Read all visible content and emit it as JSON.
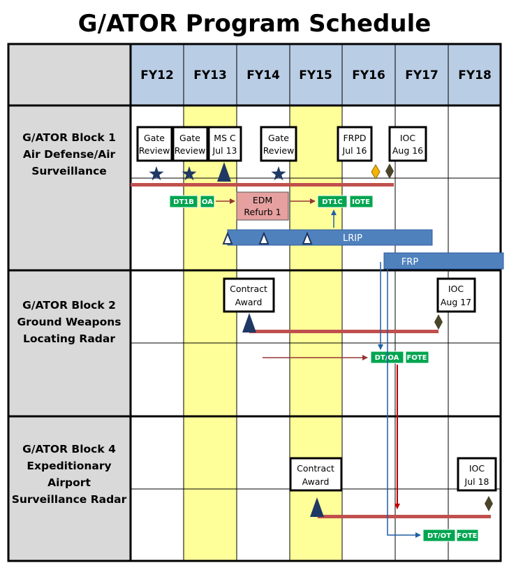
{
  "title": "G/ATOR Program Schedule",
  "fiscal_years": [
    "FY12",
    "FY13",
    "FY14",
    "FY15",
    "FY16",
    "FY17",
    "FY18"
  ],
  "rows": [
    {
      "label": [
        "G/ATOR Block  1",
        "Air Defense/Air",
        "Surveillance"
      ]
    },
    {
      "label": [
        "G/ATOR Block  2",
        "Ground Weapons",
        "Locating Radar"
      ]
    },
    {
      "label": [
        "G/ATOR Block  4",
        "Expeditionary",
        "Airport",
        "Surveillance Radar"
      ]
    }
  ],
  "milestones": {
    "gate_review_1": [
      "Gate",
      "Review"
    ],
    "gate_review_2": [
      "Gate",
      "Review"
    ],
    "ms_c": [
      "MS C",
      "Jul 13"
    ],
    "gate_review_3": [
      "Gate",
      "Review"
    ],
    "frpd": [
      "FRPD",
      "Jul 16"
    ],
    "ioc_b1": [
      "IOC",
      "Aug 16"
    ],
    "contract_award_b2": [
      "Contract",
      "Award"
    ],
    "ioc_b2": [
      "IOC",
      "Aug 17"
    ],
    "contract_award_b4": [
      "Contract",
      "Award"
    ],
    "ioc_b4": [
      "IOC",
      "Jul 18"
    ]
  },
  "tags": {
    "dt1b": "DT1B",
    "oa": "OA",
    "dt1c": "DT1C",
    "iote": "IOTE",
    "dt_oa": "DT/OA",
    "fote_b2": "FOTE",
    "dt_ot": "DT/OT",
    "fote_b4": "FOTE"
  },
  "edm": [
    "EDM",
    "Refurb 1"
  ],
  "lrip": "LRIP",
  "frp": "FRP",
  "colors": {
    "header_bg": "#b9cde5",
    "label_bg": "#d9d9d9",
    "highlight_bg": "#ffff99",
    "schedule_bar": "#c0504d",
    "navy": "#1f3864",
    "green_tag": "#00a550",
    "blue_bar": "#4f81bd",
    "edm_fill": "#e6a0a0",
    "diamond_dark": "#4a442a",
    "diamond_gold": "#f5b400",
    "arrow_red": "#c00000",
    "arrow_blue": "#1f5fa6",
    "arrow_maroon": "#953735"
  }
}
